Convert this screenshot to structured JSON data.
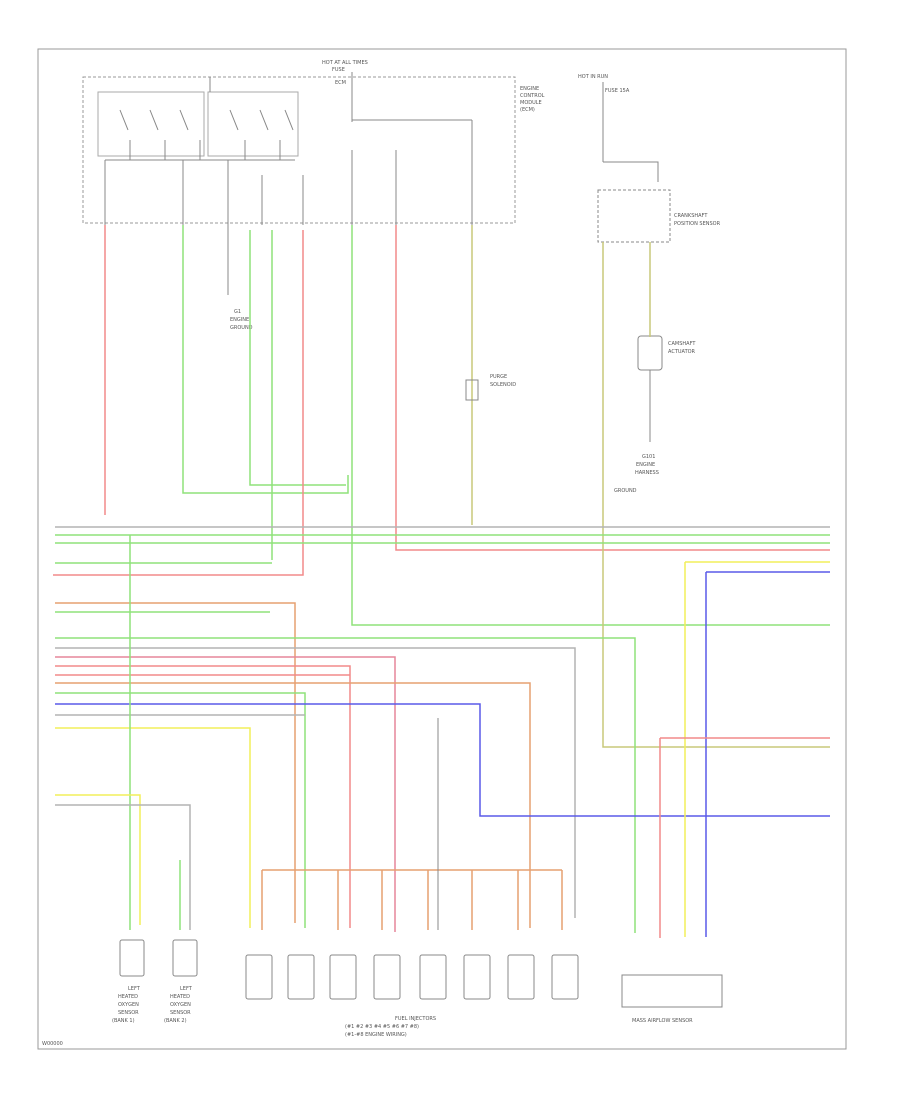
{
  "page_code": "W00000",
  "labels": {
    "top_center": [
      "HOT AT ALL TIMES",
      "FUSE"
    ],
    "ecm_block": "ECM",
    "ecm_block_right": [
      "ENGINE",
      "CONTROL",
      "MODULE",
      "(ECM)"
    ],
    "top_right": [
      "HOT IN RUN",
      "FUSE 15A"
    ],
    "sensor_right": [
      "CRANKSHAFT",
      "POSITION SENSOR"
    ],
    "actuator_right": [
      "CAMSHAFT",
      "ACTUATOR"
    ],
    "ground_right": [
      "G101",
      "ENGINE",
      "HARNESS",
      "GROUND"
    ],
    "ground_left": [
      "G1",
      "ENGINE",
      "GROUND"
    ],
    "canister": [
      "PURGE",
      "SOLENOID"
    ],
    "injectors_caption": [
      "FUEL INJECTORS",
      "(#1 #2 #3 #4 #5 #6 #7 #8)",
      "(#1-#8 ENGINE WIRING)"
    ],
    "o2_left_1": [
      "LEFT",
      "HEATED",
      "OXYGEN",
      "SENSOR",
      "(BANK 1)"
    ],
    "o2_left_2": [
      "LEFT",
      "HEATED",
      "OXYGEN",
      "SENSOR",
      "(BANK 2)"
    ],
    "right_module": "MASS AIRFLOW SENSOR"
  },
  "colors": {
    "red": "#f28a8a",
    "green": "#8fe27a",
    "yellow": "#f2ef5a",
    "blue": "#5a5ae8",
    "orange": "#e6a070",
    "gray": "#b4b4b4",
    "tan": "#e8c48a",
    "pink": "#e6869a",
    "olive": "#c8c87a",
    "dark": "#666666"
  }
}
